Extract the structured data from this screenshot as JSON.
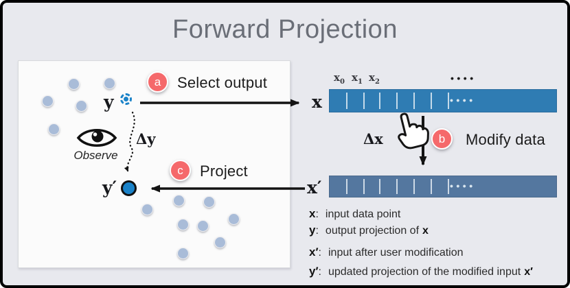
{
  "title": "Forward Projection",
  "badges": {
    "a": "a",
    "b": "b",
    "c": "c"
  },
  "steps": {
    "select": "Select output",
    "modify": "Modify data",
    "project": "Project"
  },
  "observe_label": "Observe",
  "math": {
    "y": "y",
    "y_prime": "y′",
    "delta_y": "Δy",
    "x": "x",
    "x_prime": "x′",
    "delta_x": "Δx"
  },
  "array": {
    "cells": [
      {
        "base": "x",
        "sub": "0"
      },
      {
        "base": "x",
        "sub": "1"
      },
      {
        "base": "x",
        "sub": "2"
      }
    ],
    "ellipsis_top": "••••",
    "ellipsis_in_x": "••••",
    "ellipsis_in_x_prime": "••••"
  },
  "legend": {
    "rows": [
      {
        "sym": "x",
        "sep": ":",
        "text": "input data point",
        "suffix": ""
      },
      {
        "sym": "y",
        "sep": ":",
        "text": "output projection of",
        "suffix": "x"
      },
      {
        "sym": "x′",
        "sep": ":",
        "text": "input after user modification",
        "suffix": ""
      },
      {
        "sym": "y′",
        "sep": ":",
        "text": "updated projection of the modified input",
        "suffix": "x′"
      }
    ]
  },
  "scatter_points": [
    [
      105,
      120
    ],
    [
      157,
      119
    ],
    [
      67,
      145
    ],
    [
      116,
      152
    ],
    [
      76,
      186
    ],
    [
      212,
      303
    ],
    [
      258,
      290
    ],
    [
      302,
      292
    ],
    [
      264,
      325
    ],
    [
      293,
      327
    ],
    [
      338,
      317
    ],
    [
      318,
      351
    ],
    [
      264,
      367
    ]
  ],
  "bar_dividers": [
    25,
    50,
    73,
    98,
    123,
    148,
    173
  ],
  "colors": {
    "background": "#e8e9ee",
    "title_color": "#6a6e77",
    "bar_x": "#2f7cb3",
    "bar_x_prime": "#54779f",
    "badge": "#f5696b",
    "point": "#a9bcd8",
    "selected": "#1a82c8"
  }
}
